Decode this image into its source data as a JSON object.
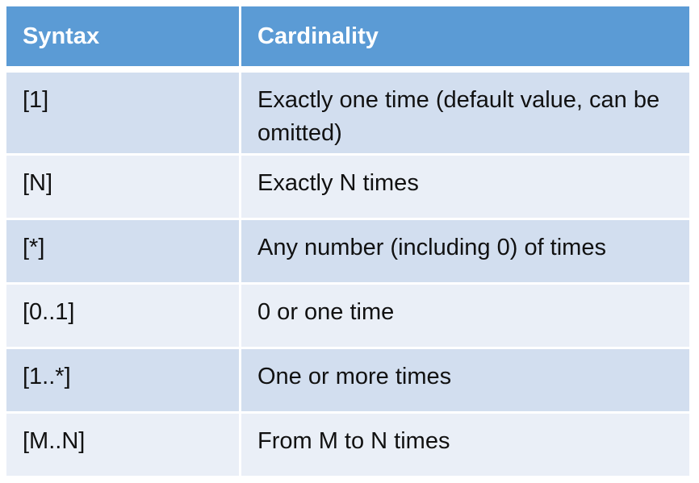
{
  "table": {
    "headers": [
      "Syntax",
      "Cardinality"
    ],
    "rows": [
      {
        "syntax": "[1]",
        "cardinality": "Exactly one time (default value, can be omitted)"
      },
      {
        "syntax": "[N]",
        "cardinality": "Exactly N times"
      },
      {
        "syntax": "[*]",
        "cardinality": "Any number (including 0) of times"
      },
      {
        "syntax": "[0..1]",
        "cardinality": "0 or one time"
      },
      {
        "syntax": "[1..*]",
        "cardinality": "One or more times"
      },
      {
        "syntax": "[M..N]",
        "cardinality": "From M to N times"
      }
    ]
  },
  "colors": {
    "header_bg": "#5b9bd5",
    "row_odd_bg": "#d2deef",
    "row_even_bg": "#eaeff7",
    "header_text": "#ffffff"
  }
}
